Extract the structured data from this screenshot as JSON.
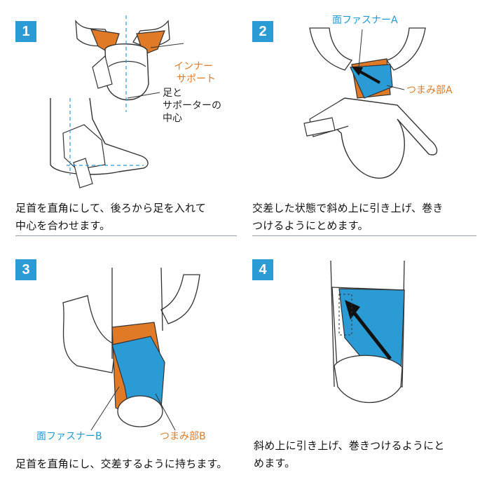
{
  "colors": {
    "badge": "#2b9bd6",
    "strap_blue": "#2b9bd6",
    "pad_orange": "#e07a26"
  },
  "steps": [
    {
      "number": "1",
      "caption_line1": "足首を直角にして、後ろから足を入れて",
      "caption_line2": "中心を合わせます。"
    },
    {
      "number": "2",
      "caption_line1": "交差した状態で斜め上に引き上げ、巻き",
      "caption_line2": "つけるようにとめます。"
    },
    {
      "number": "3",
      "caption_line1": "足首を直角にし、交差するように持ちます。",
      "caption_line2": ""
    },
    {
      "number": "4",
      "caption_line1": "斜め上に引き上げ、巻きつけるようにと",
      "caption_line2": "めます。"
    }
  ],
  "labels": {
    "inner_support_1": "インナー",
    "inner_support_2": "サポート",
    "center_1": "足と",
    "center_2": "サポーターの",
    "center_3": "中心",
    "fastener_a": "面ファスナーA",
    "tab_a": "つまみ部A",
    "fastener_b": "面ファスナーB",
    "tab_b": "つまみ部B"
  }
}
